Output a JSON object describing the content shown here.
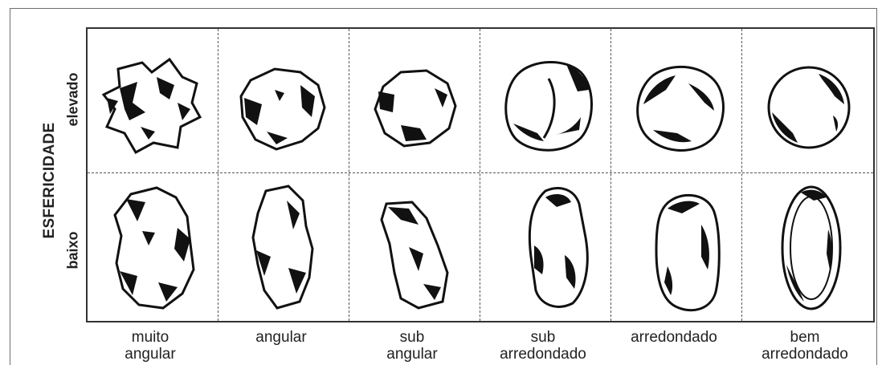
{
  "axis_label": "ESFERICIDADE",
  "rows": [
    {
      "key": "high",
      "label": "elevado"
    },
    {
      "key": "low",
      "label": "baixo"
    }
  ],
  "columns": [
    {
      "key": "muito-angular",
      "line1": "muito",
      "line2": "angular"
    },
    {
      "key": "angular",
      "line1": "angular",
      "line2": ""
    },
    {
      "key": "sub-angular",
      "line1": "sub",
      "line2": "angular"
    },
    {
      "key": "sub-arredondado",
      "line1": "sub",
      "line2": "arredondado"
    },
    {
      "key": "arredondado",
      "line1": "arredondado",
      "line2": ""
    },
    {
      "key": "bem-arredondado",
      "line1": "bem",
      "line2": "arredondado"
    }
  ],
  "colors": {
    "ink": "#111111",
    "grid": "#555555",
    "frame": "#6e6e6e"
  }
}
